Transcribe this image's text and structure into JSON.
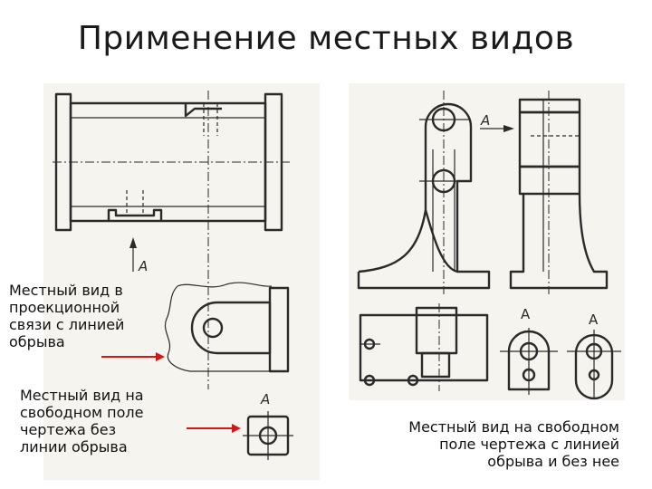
{
  "title": "Применение местных  видов",
  "notes": {
    "local_view_projection": "Местный вид  в\nпроекционной\nсвязи с линией\nобрыва",
    "local_view_free_no_break": "Местный вид на\nсвободном поле\nчертежа без\nлинии обрыва",
    "local_view_free_with_and_without": "Местный вид на свободном\nполе чертежа с  линией\nобрыва и без нее"
  },
  "labels": {
    "view_a_arrow_left": "A",
    "view_a_free_left": "A",
    "view_a_arrow_right": "A",
    "view_a_right_1": "A",
    "view_a_right_2": "A"
  },
  "colors": {
    "pointer_arrow": "#d11818",
    "line": "#2a2a2a",
    "paper": "#f6f4ee"
  }
}
